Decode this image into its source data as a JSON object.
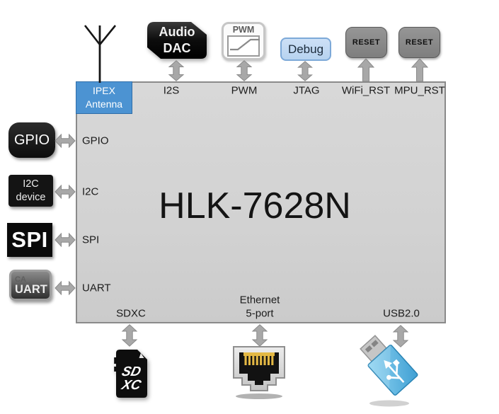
{
  "diagram": {
    "chip_label": "HLK-7628N",
    "ipex": {
      "line1": "IPEX",
      "line2": "Antenna"
    },
    "top_devices": {
      "audio_dac": {
        "line1": "Audio",
        "line2": "DAC"
      },
      "pwm_icon": {
        "label": "PWM"
      },
      "debug": {
        "label": "Debug"
      },
      "wifi_reset": {
        "label": "RESET"
      },
      "mpu_reset": {
        "label": "RESET"
      }
    },
    "top_ports": {
      "i2s": "I2S",
      "pwm": "PWM",
      "jtag": "JTAG",
      "wifi_rst": "WiFi_RST",
      "mpu_rst": "MPU_RST"
    },
    "left_devices": {
      "gpio": {
        "label": "GPIO"
      },
      "i2c": {
        "line1": "I2C",
        "line2": "device"
      },
      "spi": {
        "label": "SPI"
      },
      "uart": {
        "prefix": "CA_",
        "label": "UART"
      }
    },
    "left_ports": {
      "gpio": "GPIO",
      "i2c": "I2C",
      "spi": "SPI",
      "uart": "UART"
    },
    "bottom_ports": {
      "sdxc": "SDXC",
      "ethernet_line1": "Ethernet",
      "ethernet_line2": "5-port",
      "usb": "USB2.0"
    },
    "sd_card_logo": {
      "line1": "SD",
      "line2": "XC"
    }
  },
  "colors": {
    "ipex_blue": "#4c93d2",
    "ipex_blue_border": "#2f6da8",
    "debug_fill": "#b7d3f0",
    "debug_border": "#7da9d8",
    "reset_gray": "#7e7e7e",
    "board_gray": "#d2d2d2",
    "board_border": "#8a8a8a",
    "arrow_gray": "#a8a8a8",
    "arrow_border": "#8a8a8a",
    "device_black": "#0d0d0d",
    "usb_blue": "#3f9fd3",
    "pin_gold": "#e3b844"
  }
}
